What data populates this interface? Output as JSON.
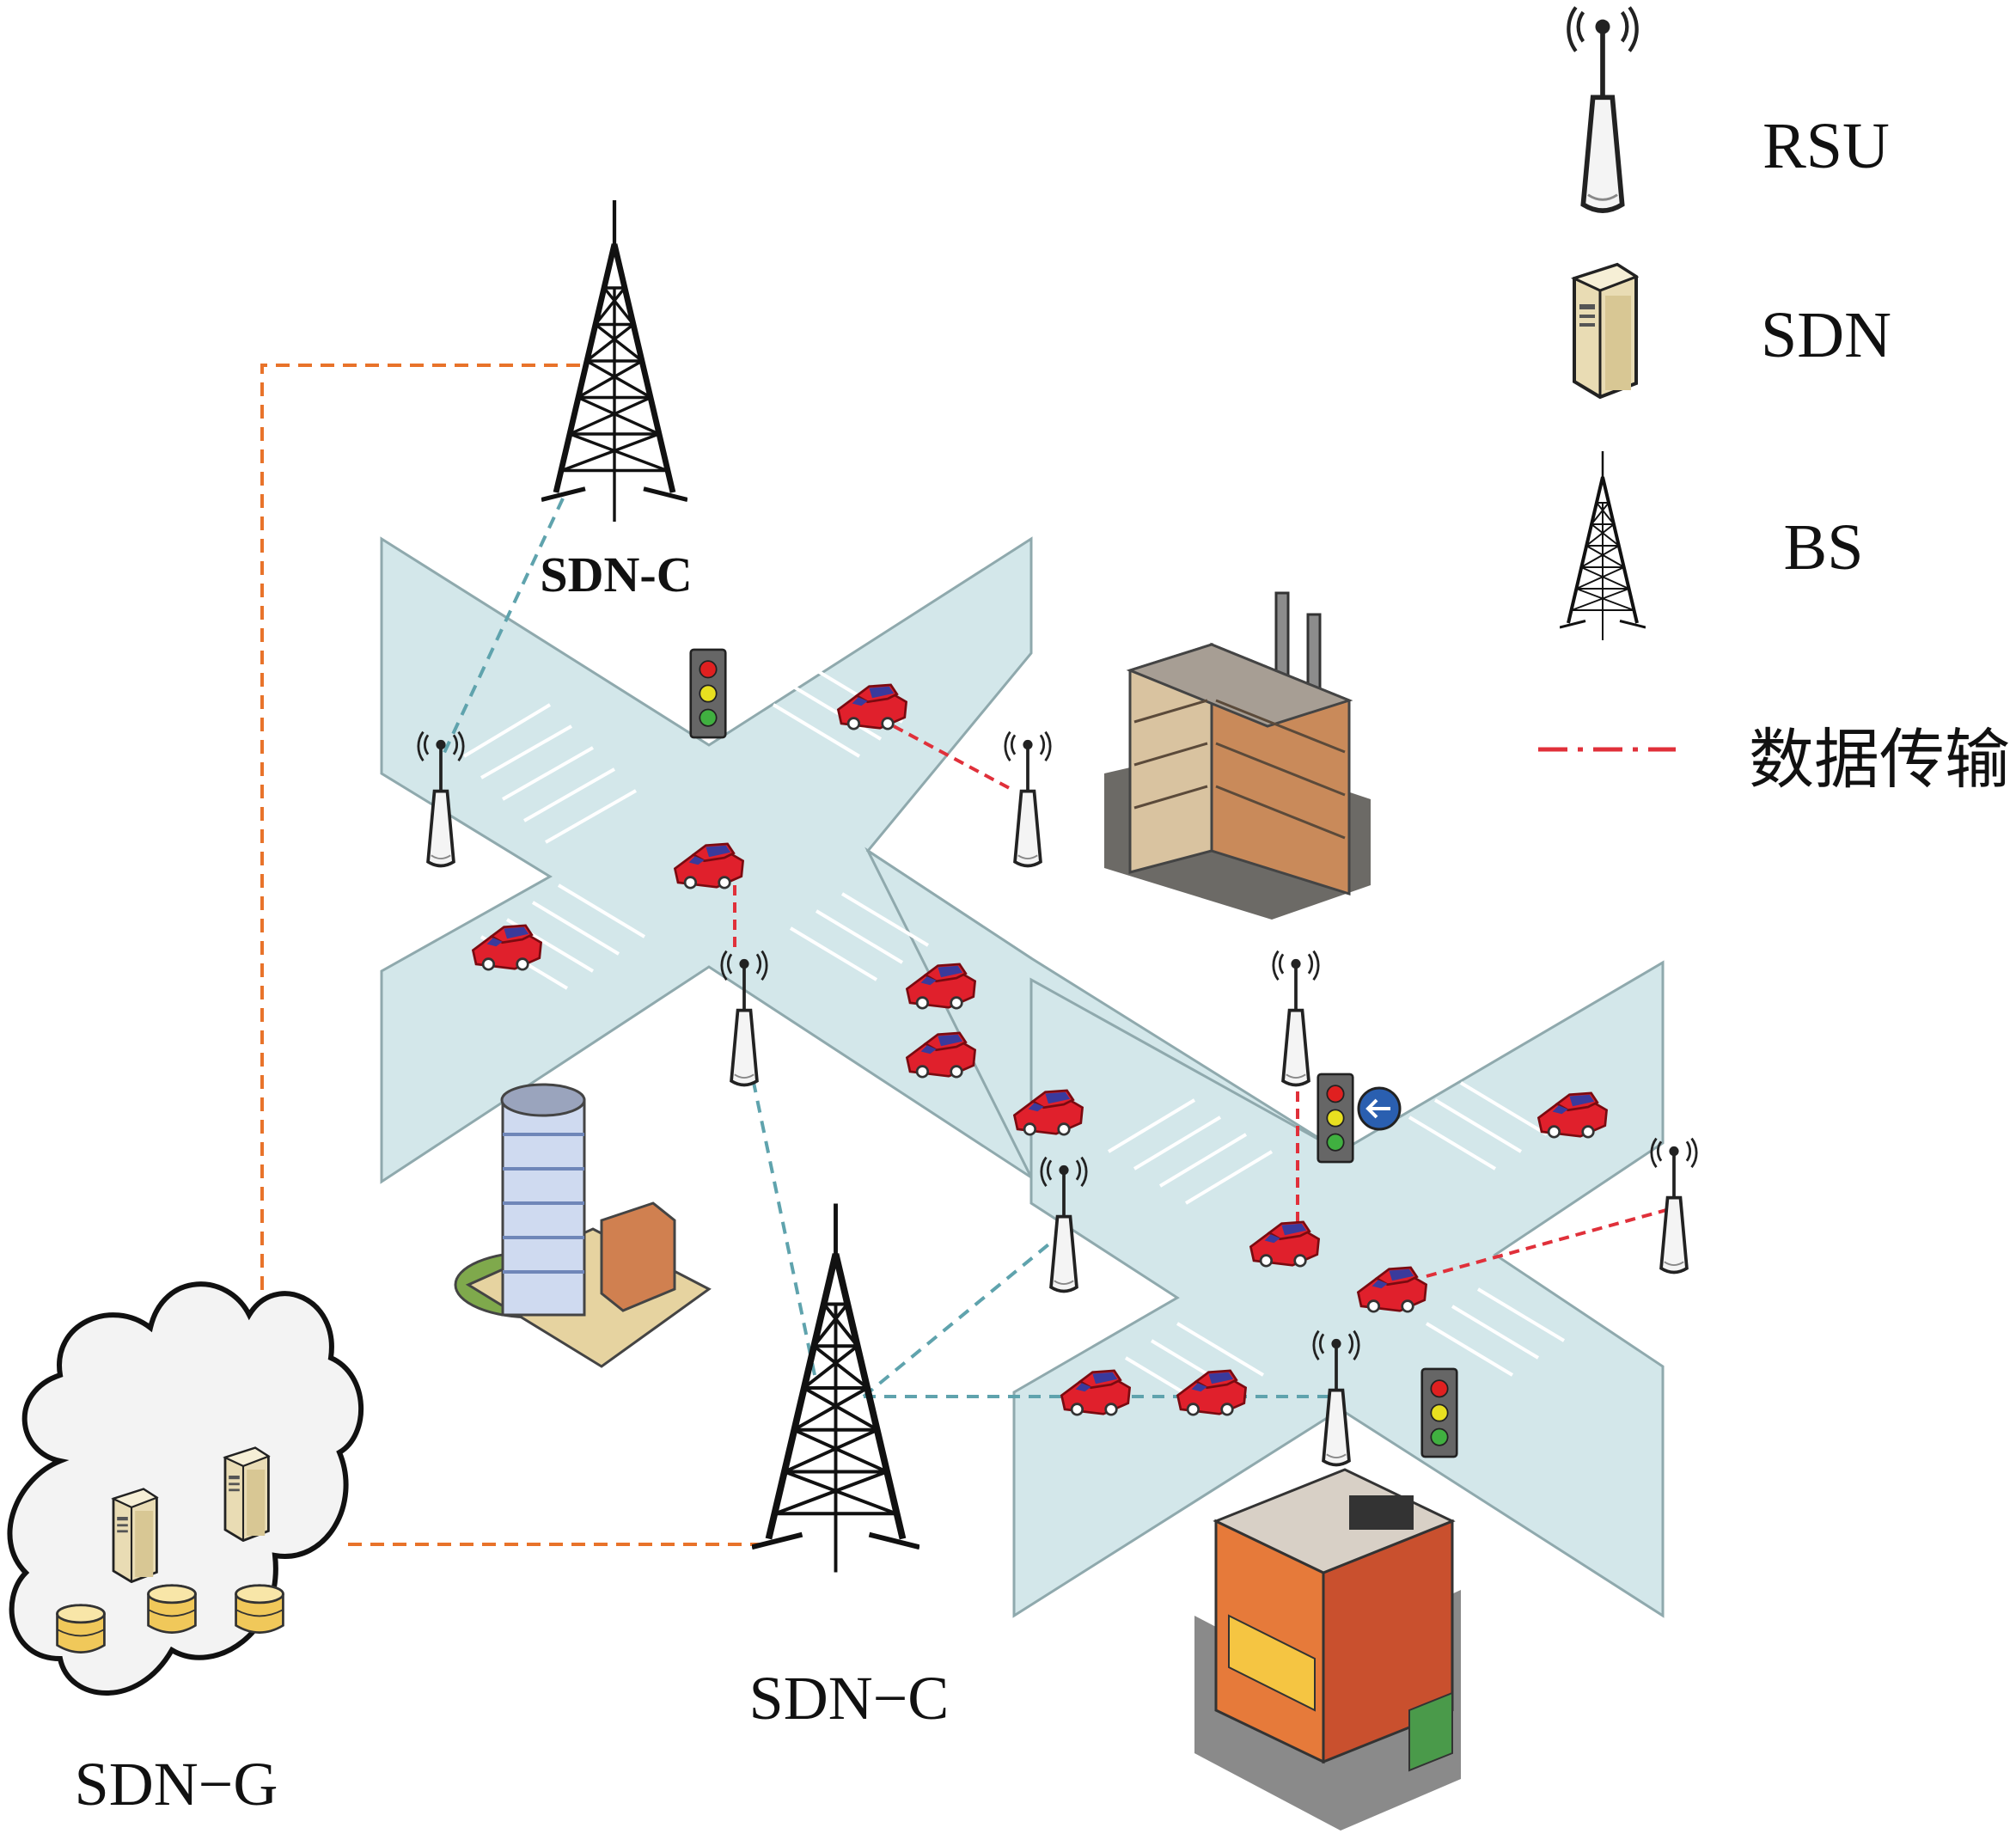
{
  "labels": {
    "top_controller": "SDN-C",
    "bottom_controller": "SDN−C",
    "gateway": "SDN−G"
  },
  "legend": {
    "rsu": "RSU",
    "sdn": "SDN",
    "bs": "BS",
    "data_transmission": "数据传输"
  },
  "colors": {
    "road": "#d3e7ea",
    "road_edge": "#8fa9ad",
    "bs_link": "#e8732a",
    "controller_link": "#5fa3ad",
    "data_link": "#e0303a",
    "car": "#e0202c",
    "cloud_fill": "#f3f3f3"
  },
  "icons": {
    "rsu": "rsu-antenna-icon",
    "sdn": "sdn-server-icon",
    "bs": "bs-tower-icon",
    "car": "car-icon",
    "traffic_light": "traffic-light-icon",
    "cloud": "cloud-icon",
    "database": "database-icon"
  }
}
